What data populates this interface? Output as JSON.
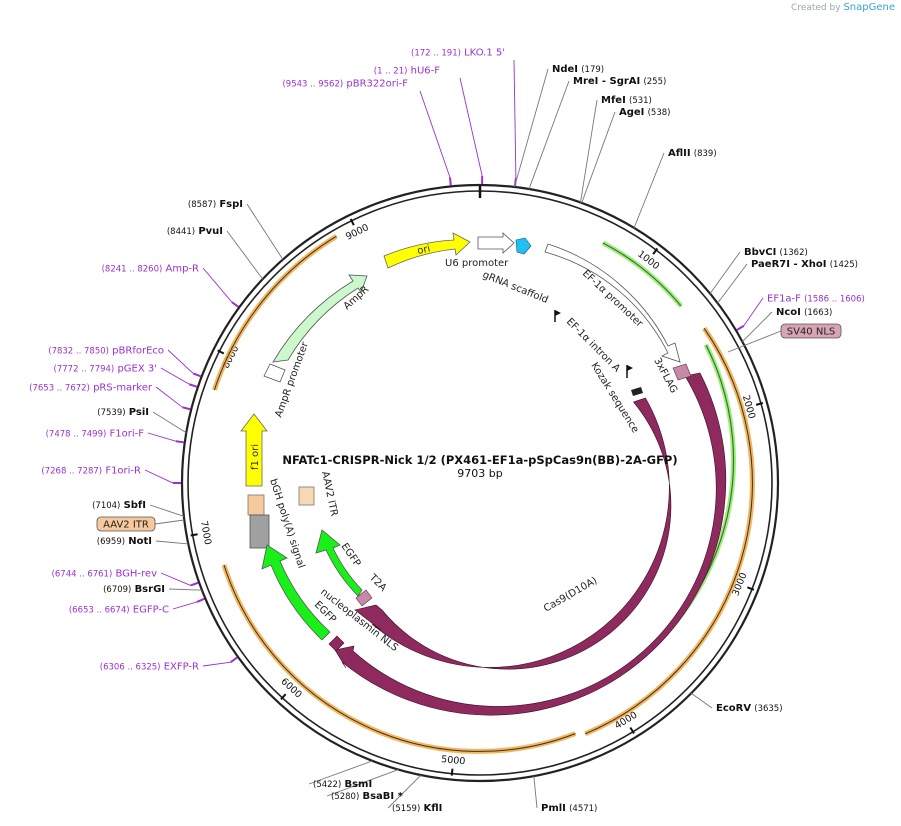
{
  "credit": {
    "prefix": "Created by",
    "brand": "SnapGene"
  },
  "plasmid": {
    "name": "NFATc1-CRISPR-Nick 1/2 (PX461-EF1a-pSpCas9n(BB)-2A-GFP)",
    "size": "9703 bp",
    "length": 9703
  },
  "ticks": [
    {
      "pos": 1000,
      "label": "1000"
    },
    {
      "pos": 2000,
      "label": "2000"
    },
    {
      "pos": 3000,
      "label": "3000"
    },
    {
      "pos": 4000,
      "label": "4000"
    },
    {
      "pos": 5000,
      "label": "5000"
    },
    {
      "pos": 6000,
      "label": "6000"
    },
    {
      "pos": 7000,
      "label": "7000"
    },
    {
      "pos": 8000,
      "label": "8000"
    },
    {
      "pos": 9000,
      "label": "9000"
    }
  ],
  "primers": [
    {
      "name": "LKO.1 5'",
      "range": "(172 .. 191)",
      "pos": 181
    },
    {
      "name": "hU6-F",
      "range": "(1 .. 21)",
      "pos": 11
    },
    {
      "name": "pBR322ori-F",
      "range": "(9543 .. 9562)",
      "pos": 9552
    },
    {
      "name": "EF1a-F",
      "range": "(1586 .. 1606)",
      "pos": 1596
    },
    {
      "name": "Amp-R",
      "range": "(8241 .. 8260)",
      "pos": 8250
    },
    {
      "name": "pBRforEco",
      "range": "(7832 .. 7850)",
      "pos": 7841
    },
    {
      "name": "pGEX 3'",
      "range": "(7772 .. 7794)",
      "pos": 7783
    },
    {
      "name": "pRS-marker",
      "range": "(7653 .. 7672)",
      "pos": 7662
    },
    {
      "name": "F1ori-F",
      "range": "(7478 .. 7499)",
      "pos": 7488
    },
    {
      "name": "F1ori-R",
      "range": "(7268 .. 7287)",
      "pos": 7277
    },
    {
      "name": "BGH-rev",
      "range": "(6744 .. 6761)",
      "pos": 6752
    },
    {
      "name": "EGFP-C",
      "range": "(6653 .. 6674)",
      "pos": 6663
    },
    {
      "name": "EXFP-R",
      "range": "(6306 .. 6325)",
      "pos": 6315
    }
  ],
  "enzymes": [
    {
      "name": "NdeI",
      "num": "(179)",
      "pos": 179
    },
    {
      "name": "MreI",
      "extra": "- SgrAI",
      "num": "(255)",
      "pos": 255
    },
    {
      "name": "MfeI",
      "num": "(531)",
      "pos": 531
    },
    {
      "name": "AgeI",
      "num": "(538)",
      "pos": 538
    },
    {
      "name": "AflII",
      "num": "(839)",
      "pos": 839
    },
    {
      "name": "BbvCI",
      "num": "(1362)",
      "pos": 1362
    },
    {
      "name": "PaeR7I",
      "extra": "- XhoI",
      "num": "(1425)",
      "pos": 1425
    },
    {
      "name": "NcoI",
      "num": "(1663)",
      "pos": 1663
    },
    {
      "name": "EcoRV",
      "num": "(3635)",
      "pos": 3635
    },
    {
      "name": "PmlI",
      "num": "(4571)",
      "pos": 4571
    },
    {
      "name": "KflI",
      "num": "(5159)",
      "pos": 5159
    },
    {
      "name": "BsaBI",
      "extra": "*",
      "num": "(5280)",
      "pos": 5280
    },
    {
      "name": "BsmI",
      "num": "(5422)",
      "pos": 5422
    },
    {
      "name": "NotI",
      "num": "(6959)",
      "pos": 6959
    },
    {
      "name": "BsrGI",
      "num": "(6709)",
      "pos": 6709
    },
    {
      "name": "SbfI",
      "num": "(7104)",
      "pos": 7104
    },
    {
      "name": "PsiI",
      "num": "(7539)",
      "pos": 7539
    },
    {
      "name": "PvuI",
      "num": "(8441)",
      "pos": 8441
    },
    {
      "name": "FspI",
      "num": "(8587)",
      "pos": 8587
    }
  ],
  "feature_boxes": [
    {
      "name": "SV40 NLS",
      "fill": "#d8a4b4"
    },
    {
      "name": "AAV2 ITR",
      "fill": "#f7c89b"
    }
  ],
  "feature_labels": {
    "ori": "ori",
    "u6_promoter": "U6 promoter",
    "grna_scaffold": "gRNA scaffold",
    "ef1a_promoter": "EF-1α promoter",
    "ef1a_intron": "EF-1α intron A",
    "kozak": "Kozak sequence",
    "flag": "3xFLAG",
    "cas9_d10a": "Cas9(D10A)",
    "cas9": "Cas9",
    "ampr": "AmpR",
    "ampr_promoter": "AmpR promoter",
    "f1_ori": "f1 ori",
    "aav2_itr": "AAV2 ITR",
    "bgh": "bGH poly(A) signal",
    "egfp_inner": "EGFP",
    "t2a": "T2A",
    "np_nls": "nucleoplasmin NLS",
    "egfp_outer": "EGFP"
  },
  "colors": {
    "backbone": "#222222",
    "primer": "#9b30d0",
    "enzyme_line": "#777777",
    "cas9": "#8e2a5e",
    "egfp": "#19f019",
    "ori": "#ffff00",
    "ampr": "#ccf9cc",
    "orange": "#f6a83c",
    "green_line": "#4da82a"
  }
}
